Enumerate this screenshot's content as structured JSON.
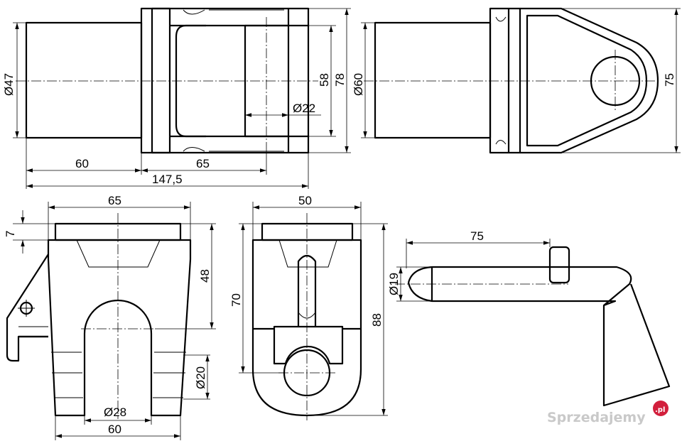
{
  "views": {
    "top_left": {
      "dim_shaft_diameter": "Ø47",
      "dim_height_inner": "58",
      "dim_height_outer": "78",
      "dim_pin_diameter": "Ø22",
      "dim_shaft_length": "60",
      "dim_fork_length": "65",
      "dim_total_length": "147,5"
    },
    "top_right": {
      "dim_shaft_diameter": "Ø60",
      "dim_height": "75"
    },
    "bottom_left": {
      "dim_width": "65",
      "dim_step": "7",
      "dim_height": "48",
      "dim_hole_diameter": "Ø20",
      "dim_slot_diameter": "Ø28",
      "dim_base_width": "60"
    },
    "bottom_middle": {
      "dim_width": "50",
      "dim_height_inner": "70",
      "dim_height_outer": "88"
    },
    "bottom_right": {
      "dim_length": "75",
      "dim_diameter": "Ø19"
    }
  },
  "watermark": {
    "text": "Sprzedajemy",
    "suffix": ".pl",
    "color": "#d21f3c"
  }
}
